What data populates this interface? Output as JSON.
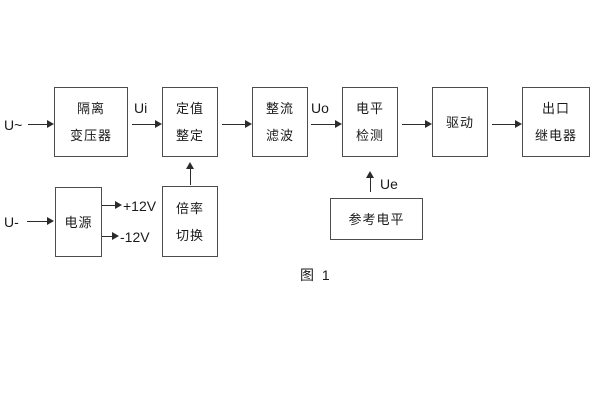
{
  "figure": {
    "caption": "图 1",
    "background_color": "#ffffff",
    "box_border_color": "#4d4d4d",
    "line_color": "#2b2b2b",
    "text_color": "#1a1a1a"
  },
  "blocks": {
    "isolation_transformer": {
      "line1": "隔离",
      "line2": "变压器"
    },
    "setting": {
      "line1": "定值",
      "line2": "整定"
    },
    "rectifier_filter": {
      "line1": "整流",
      "line2": "滤波"
    },
    "level_detection": {
      "line1": "电平",
      "line2": "检测"
    },
    "drive": {
      "label": "驱动"
    },
    "output_relay": {
      "line1": "出口",
      "line2": "继电器"
    },
    "power_supply": {
      "label": "电源"
    },
    "ratio_switch": {
      "line1": "倍率",
      "line2": "切换"
    },
    "reference_level": {
      "label": "参考电平"
    }
  },
  "signals": {
    "ac_input": "U~",
    "dc_input": "U-",
    "ui": "Ui",
    "uo": "Uo",
    "ue": "Ue",
    "plus_12v": "+12V",
    "minus_12v": "-12V"
  }
}
